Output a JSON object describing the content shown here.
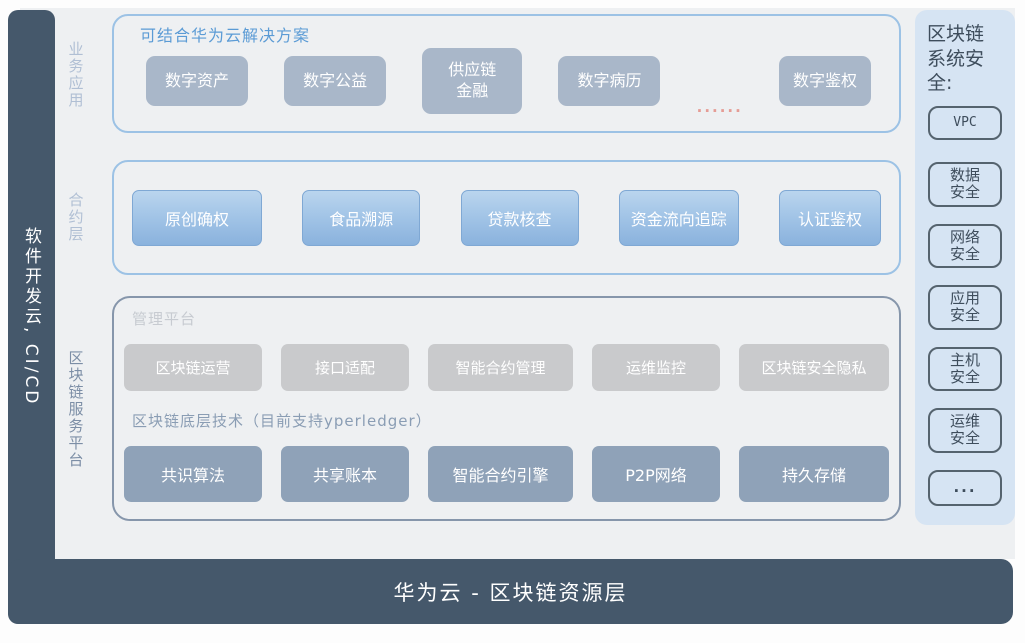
{
  "left_bar": {
    "label": "软件开发云, CI/CD"
  },
  "layers": {
    "business_label": "业务应用",
    "contract_label": "合约层",
    "platform_label": "区块链服务平台"
  },
  "solutions": {
    "title": "可结合华为云解决方案",
    "items": [
      "数字资产",
      "数字公益",
      "供应链\n金融",
      "数字病历",
      "数字鉴权"
    ],
    "ellipsis": "......"
  },
  "contracts": {
    "items": [
      "原创确权",
      "食品溯源",
      "贷款核查",
      "资金流向追踪",
      "认证鉴权"
    ]
  },
  "platform": {
    "management_title": "管理平台",
    "management_items": [
      "区块链运营",
      "接口适配",
      "智能合约管理",
      "运维监控",
      "区块链安全隐私"
    ],
    "tech_title": "区块链底层技术（目前支持yperledger）",
    "tech_items": [
      "共识算法",
      "共享账本",
      "智能合约引擎",
      "P2P网络",
      "持久存储"
    ]
  },
  "security": {
    "title": "区块链系统安全:",
    "items": [
      "VPC",
      "数据\n安全",
      "网络\n安全",
      "应用\n安全",
      "主机\n安全",
      "运维\n安全",
      "..."
    ]
  },
  "bottom_bar": {
    "label": "华为云 - 区块链资源层"
  },
  "colors": {
    "dark_bar": "#45586b",
    "panel_bg": "#eef0f2",
    "container_border_blue": "#9cc2e5",
    "container_border_gray": "#8696ab",
    "solution_box": "#a9b7c9",
    "contract_box_top": "#bad5ee",
    "contract_box_bottom": "#8ab2dd",
    "management_box": "#c9cacc",
    "tech_box": "#8fa2b8",
    "sidebar_bg": "#d6e4f3",
    "title_blue": "#5b9bd5",
    "ellipsis_red": "#e59c95"
  }
}
